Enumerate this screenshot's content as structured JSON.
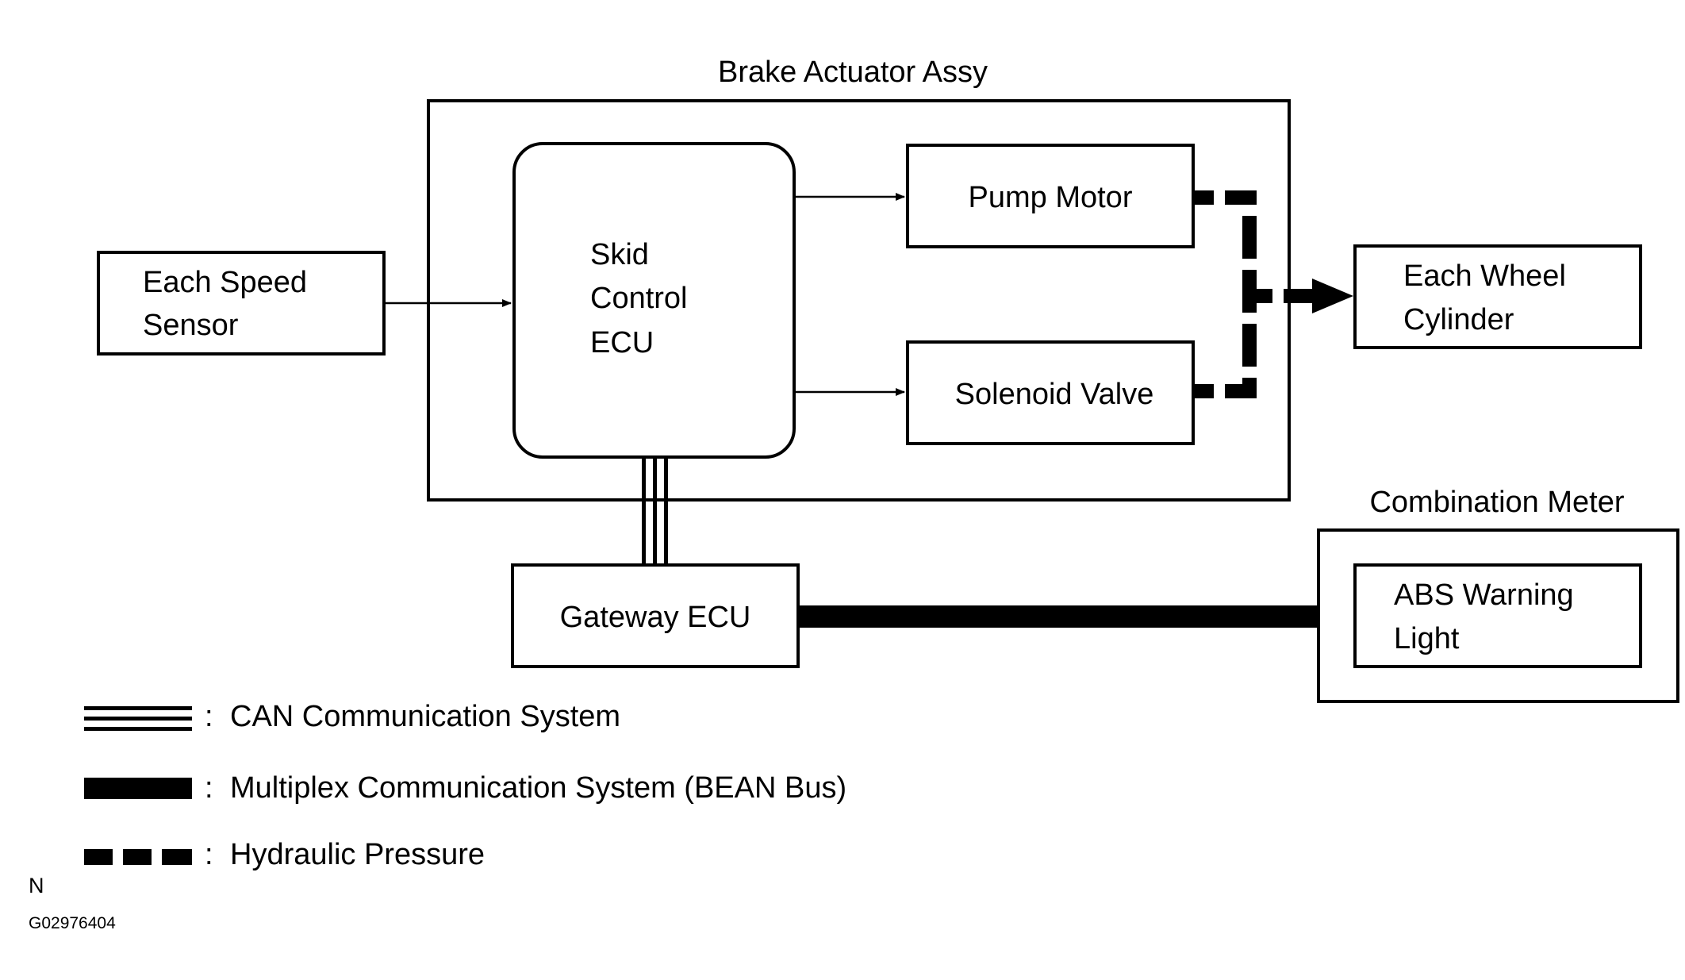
{
  "title": "Brake Actuator Assy",
  "blocks": {
    "speed_sensor": [
      "Each Speed",
      "Sensor"
    ],
    "skid_ecu": [
      "Skid",
      "Control",
      "ECU"
    ],
    "pump_motor": "Pump Motor",
    "solenoid_valve": "Solenoid Valve",
    "wheel_cylinder": [
      "Each Wheel",
      "Cylinder"
    ],
    "gateway_ecu": "Gateway ECU",
    "combination_meter": "Combination Meter",
    "abs_light": [
      "ABS Warning",
      "Light"
    ]
  },
  "legend": [
    {
      "symbol": "triple-line",
      "text": "CAN Communication System"
    },
    {
      "symbol": "thick-line",
      "text": "Multiplex Communication System (BEAN Bus)"
    },
    {
      "symbol": "dashed-line",
      "text": "Hydraulic Pressure"
    }
  ],
  "legend_separator": ":",
  "footer": {
    "mark": "N",
    "code": "G02976404"
  },
  "colors": {
    "line": "#000000",
    "background": "#ffffff"
  }
}
